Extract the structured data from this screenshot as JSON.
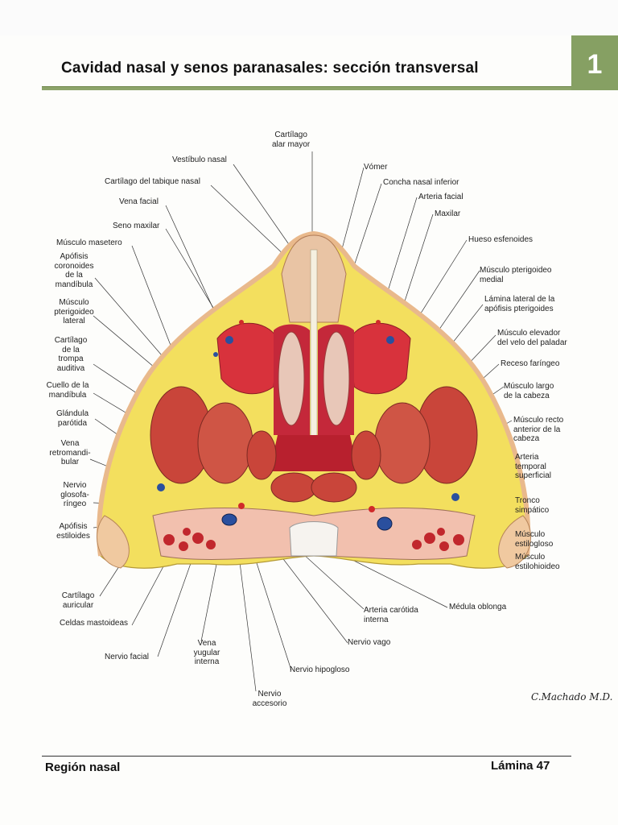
{
  "header": {
    "title": "Cavidad nasal y senos paranasales: sección transversal",
    "chapter": "1"
  },
  "footer": {
    "region": "Región nasal",
    "plate": "Lámina 47"
  },
  "signature": "C.Machado M.D.",
  "labels": {
    "cartilago_alar_mayor": "Cartílago\nalar mayor",
    "vestibulo_nasal": "Vestíbulo nasal",
    "cartilago_tabique": "Cartílago del tabique nasal",
    "vena_facial": "Vena facial",
    "seno_maxilar": "Seno maxilar",
    "musculo_masetero": "Músculo masetero",
    "apofisis_coronoides": "Apófisis\ncoronoides\nde la\nmandíbula",
    "musculo_pterigoideo_lateral": "Músculo\npterigoideo\nlateral",
    "cartilago_trompa": "Cartílago\nde la\ntrompa\nauditiva",
    "cuello_mandibula": "Cuello de la\nmandíbula",
    "glandula_parotida": "Glándula\nparótida",
    "vena_retromandibular": "Vena\nretromandi-\nbular",
    "nervio_glosofaringeo": "Nervio\nglosofa-\nríngeo",
    "apofisis_estiloides": "Apófisis\nestiloides",
    "cartilago_auricular": "Cartílago\nauricular",
    "celdas_mastoideas": "Celdas mastoideas",
    "nervio_facial": "Nervio facial",
    "vena_yugular": "Vena\nyugular\ninterna",
    "nervio_accesorio": "Nervio\naccesorio",
    "nervio_hipogloso": "Nervio hipogloso",
    "nervio_vago": "Nervio vago",
    "arteria_carotida": "Arteria carótida\ninterna",
    "medula_oblonga": "Médula oblonga",
    "vomer": "Vómer",
    "concha_nasal": "Concha nasal inferior",
    "arteria_facial": "Arteria facial",
    "maxilar": "Maxilar",
    "hueso_esfenoides": "Hueso esfenoides",
    "musculo_pterigoideo_medial": "Músculo pterigoideo\nmedial",
    "lamina_lateral": "Lámina lateral de la\napófisis pterigoides",
    "musculo_elevador": "Músculo elevador\ndel velo del paladar",
    "receso_faringeo": "Receso faríngeo",
    "musculo_largo": "Músculo largo\nde la cabeza",
    "musculo_recto": "Músculo recto\nanterior de la\ncabeza",
    "arteria_temporal": "Arteria\ntemporal\nsuperficial",
    "tronco_simpatico": "Tronco\nsimpático",
    "musculo_estilogloso": "Músculo\nestilogloso",
    "musculo_estilohioideo": "Músculo\nestilohioideo"
  },
  "colors": {
    "accent": "#86a063",
    "fat": "#f4e46a",
    "muscle": "#c9453a",
    "mucosa": "#d8323c",
    "vein": "#2a4f9e",
    "skin": "#f0c9a0"
  }
}
